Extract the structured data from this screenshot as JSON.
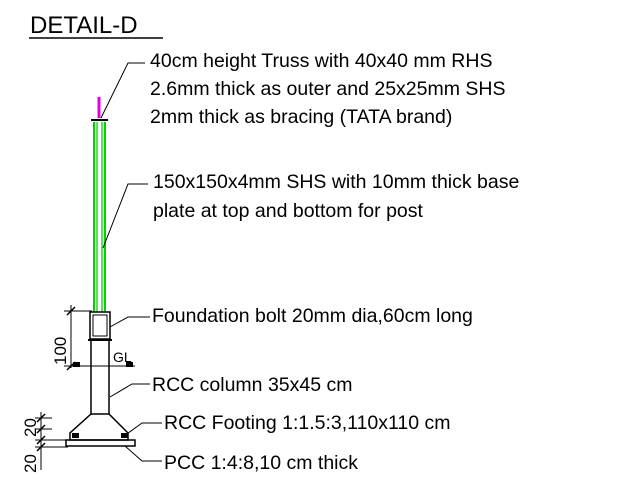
{
  "title": "DETAIL-D",
  "notes": {
    "truss": [
      "40cm height Truss with 40x40 mm RHS",
      "2.6mm thick as outer and 25x25mm SHS",
      "2mm thick as bracing  (TATA brand)"
    ],
    "post": [
      "150x150x4mm SHS with 10mm thick base",
      "plate at top and bottom for post"
    ],
    "bolt": "Foundation bolt 20mm dia,60cm long",
    "column": "RCC column 35x45 cm",
    "footing": "RCC Footing 1:1.5:3,110x110 cm",
    "pcc": "PCC 1:4:8,10 cm thick"
  },
  "dimensions": {
    "pedestal": "100",
    "footing": "20",
    "pcc": "20"
  },
  "ground_level": "GL",
  "colors": {
    "line": "#000000",
    "post": "#00d400",
    "truss_mark": "#e000e0"
  }
}
